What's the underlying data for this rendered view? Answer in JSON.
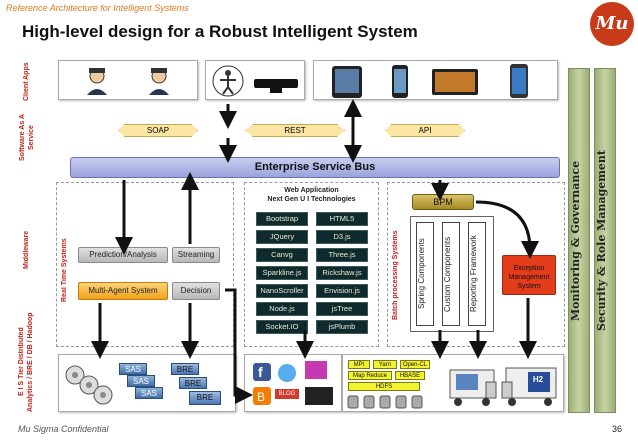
{
  "header": {
    "tag": "Reference Architecture for Intelligent Systems",
    "title": "High-level design for a Robust Intelligent System"
  },
  "logo": {
    "text": "Mu"
  },
  "row_labels": {
    "client_apps": "Client Apps",
    "saas": "Software As A\nService",
    "middleware": "Middleware",
    "etl": "E I S Tier Distributed\nAnalytics / BRE / DB / Hadoop"
  },
  "saas": {
    "soap": "SOAP",
    "rest": "REST",
    "api": "API"
  },
  "esb": {
    "label": "Enterprise Service Bus"
  },
  "realtime": {
    "label": "Real Time Systems",
    "prediction": "Prediction/Analysis",
    "streaming": "Streaming",
    "multiagent": "Multi-Agent System",
    "decision": "Decision"
  },
  "webapp": {
    "title": "Web Application",
    "subtitle": "Next Gen U I Technologies",
    "techs": [
      [
        "Bootstrap",
        "HTML5"
      ],
      [
        "JQuery",
        "D3.js"
      ],
      [
        "Canvg",
        "Three.js"
      ],
      [
        "Sparkline.js",
        "Rickshaw.js"
      ],
      [
        "NanoScroller",
        "Envision.js"
      ],
      [
        "Node.js",
        "jsTree"
      ],
      [
        "Socket.IO",
        "jsPlumb"
      ]
    ]
  },
  "batch": {
    "label": "Batch processing Systems",
    "bpm": "BPM",
    "spring": "Spring Components",
    "custom": "Custom Components",
    "reporting": "Reporting Framework",
    "exception": "Exception\nManagement\nSystem"
  },
  "sidebar": {
    "monitoring": "Monitoring & Governance",
    "security": "Security & Role Management"
  },
  "bottom": {
    "sas": "SAS",
    "bre": "BRE",
    "blog": "BLOG",
    "hadoop": [
      "MPI",
      "Yarn",
      "Open-CL",
      "Map Reduce",
      "HBASE",
      "HDFS"
    ],
    "h2": "H2"
  },
  "footer": {
    "confidential": "Mu Sigma Confidential",
    "page": "36"
  },
  "colors": {
    "accent_red": "#c0221a",
    "esb": "#9aa3dd",
    "header_orange": "#e07a1f"
  }
}
